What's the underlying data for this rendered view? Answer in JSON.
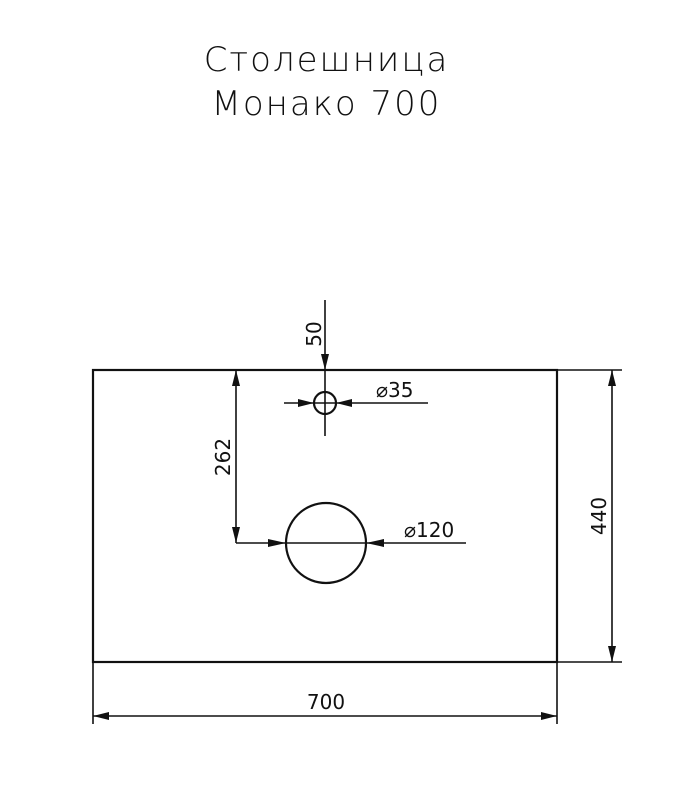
{
  "title": {
    "line1": "Столешница",
    "line2": "Монако 700"
  },
  "dimensions": {
    "width": "700",
    "depth": "440",
    "faucet_offset": "50",
    "faucet_hole": "⌀35",
    "drain_offset": "262",
    "drain_hole": "⌀120"
  },
  "colors": {
    "line": "#111111",
    "background": "#ffffff"
  }
}
